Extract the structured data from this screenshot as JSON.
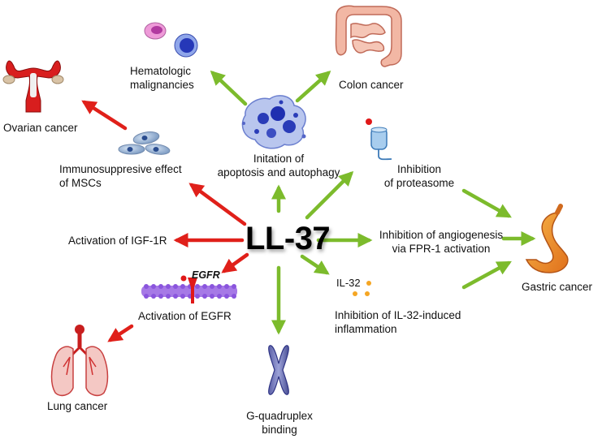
{
  "center_label": "LL-37",
  "labels": {
    "hematologic": [
      "Hematologic",
      "malignancies"
    ],
    "colon": "Colon cancer",
    "ovarian": "Ovarian cancer",
    "immuno": [
      "Immunosuppresive effect",
      "of MSCs"
    ],
    "apoptosis": [
      "Initation of",
      "apoptosis and autophagy"
    ],
    "proteasome": [
      "Inhibition",
      "of proteasome"
    ],
    "igf1r": "Activation of IGF-1R",
    "angiogenesis": [
      "Inhibition of angiogenesis",
      "via FPR-1 activation"
    ],
    "gastric": "Gastric cancer",
    "egfr_tag": "EGFR",
    "egfr": "Activation of EGFR",
    "il32_tag": "IL-32",
    "il32": [
      "Inhibition of IL-32-induced",
      "inflammation"
    ],
    "lung": "Lung cancer",
    "gquad": [
      "G-quadruplex",
      "binding"
    ]
  },
  "colors": {
    "red_arrow": "#e0201a",
    "green_arrow": "#7cbb2c"
  },
  "icons": [
    "uterus-icon",
    "blood-cells-icon",
    "colon-icon",
    "msc-cells-icon",
    "apoptotic-cell-icon",
    "proteasome-icon",
    "stomach-icon",
    "egfr-receptor-icon",
    "il32-dots-icon",
    "lungs-icon",
    "chromosome-icon"
  ]
}
